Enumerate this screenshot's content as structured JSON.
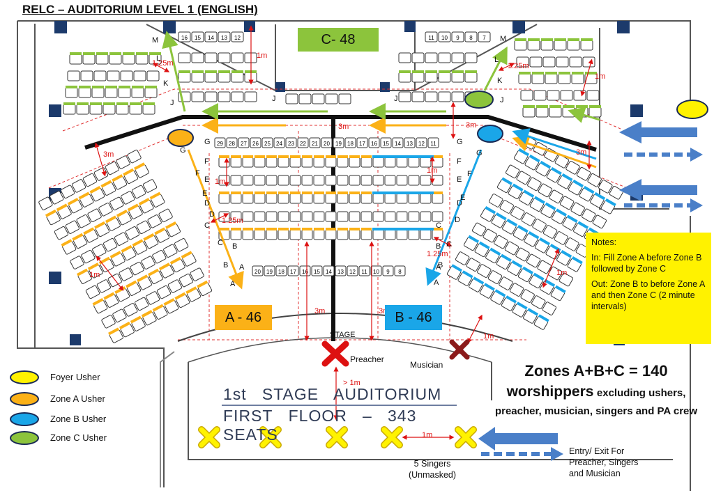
{
  "title": "RELC – AUDITORIUM LEVEL 1 (ENGLISH)",
  "zones": {
    "c": {
      "label": "C- 48",
      "color": "#8cc43c"
    },
    "a": {
      "label": "A - 46",
      "color": "#fbb117"
    },
    "b": {
      "label": "B - 46",
      "color": "#1aa6e8"
    }
  },
  "stage_label": "STAGE",
  "preacher_label": "Preacher",
  "musician_label": "Musician",
  "distances": {
    "one_m": "1m",
    "one25": "1.25m",
    "three_m": "3m",
    "gt_one_m": "> 1m"
  },
  "auditorium": {
    "line1_a": "1st",
    "line1_b": "STAGE",
    "line1_c": "AUDITORIUM",
    "line2_a": "FIRST",
    "line2_b": "FLOOR",
    "line2_c": "–",
    "line2_d": "343",
    "line2_e": "SEATS"
  },
  "singers": {
    "label1": "5 Singers",
    "label2": "(Unmasked)"
  },
  "entry_exit": {
    "line1": "Entry/ Exit For",
    "line2": "Preacher, Singers",
    "line3": "and Musician"
  },
  "summary": {
    "line1": "Zones A+B+C = 140",
    "line2_big": "worshippers",
    "line2_small": "excluding ushers,",
    "line3": "preacher, musician, singers and PA crew"
  },
  "notes": {
    "title": "Notes:",
    "in": "In: Fill Zone A before Zone B followed by Zone C",
    "out": "Out: Zone B to before Zone A and then  Zone C (2 minute intervals)"
  },
  "legend": [
    {
      "label": "Foyer Usher",
      "color": "#fff200"
    },
    {
      "label": "Zone A Usher",
      "color": "#fbb117"
    },
    {
      "label": "Zone B Usher",
      "color": "#1aa6e8"
    },
    {
      "label": "Zone C Usher",
      "color": "#8cc43c"
    }
  ],
  "rows": {
    "c_left": {
      "M": "M",
      "L": "L",
      "K": "K",
      "J": "J"
    },
    "c_center": {
      "J1": "J",
      "J2": "J"
    },
    "c_right": {
      "M": "M",
      "L": "L",
      "K": "K",
      "J": "J"
    },
    "center": [
      "G",
      "F",
      "E",
      "D",
      "C",
      "B",
      "A"
    ],
    "left": [
      "G",
      "F",
      "E",
      "D",
      "C",
      "B",
      "A"
    ],
    "right": [
      "G",
      "F",
      "E",
      "D",
      "C",
      "B",
      "A"
    ]
  },
  "seat_numbers": {
    "c_center_left_top": [
      "16",
      "15",
      "14",
      "13",
      "12"
    ],
    "c_center_right_top": [
      "11",
      "10",
      "9",
      "8",
      "7"
    ],
    "center_row_g": [
      "29",
      "28",
      "27",
      "26",
      "25",
      "24",
      "23",
      "22",
      "21",
      "20",
      "19",
      "18",
      "17",
      "16",
      "15",
      "14",
      "13",
      "12",
      "11"
    ],
    "center_row_a": [
      "20",
      "19",
      "18",
      "17",
      "16",
      "15",
      "14",
      "13",
      "12",
      "11",
      "10",
      "9",
      "8"
    ]
  }
}
